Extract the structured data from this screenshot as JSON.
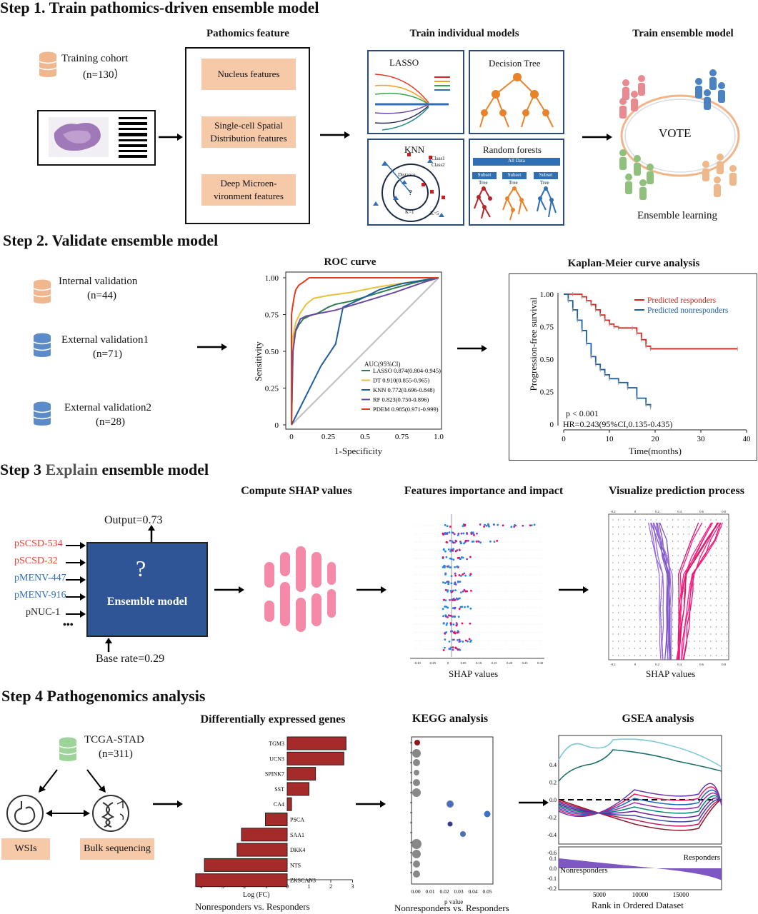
{
  "step1": {
    "title": "Step 1. Train pathomics-driven ensemble model",
    "training_cohort": "Training cohort",
    "training_n": "(n=130）",
    "pathomics_title": "Pathomics feature",
    "features": [
      "Nucleus features",
      "Single-cell Spatial Distribution features",
      "Deep Microen-vironment features"
    ],
    "individual_title": "Train individual models",
    "models": [
      "LASSO",
      "Decision Tree",
      "KNN",
      "Random forests"
    ],
    "knn_legend": [
      "Class1",
      "Class2"
    ],
    "knn_labels": [
      "Distance",
      "?",
      "K=1",
      "K=5"
    ],
    "rf_labels": [
      "All Data",
      "Subset",
      "Subset",
      "Subset",
      "Tree",
      "Tree",
      "Tree"
    ],
    "ensemble_title": "Train  ensemble model",
    "vote": "VOTE",
    "ensemble_learning": "Ensemble learning"
  },
  "step2": {
    "title": "Step 2. Validate ensemble model",
    "cohorts": [
      {
        "name": "Internal validation",
        "n": "(n=44)",
        "color": "#f0b78f"
      },
      {
        "name": "External validation1",
        "n": "(n=71)",
        "color": "#5b8cc9"
      },
      {
        "name": "External validation2",
        "n": "(n=28)",
        "color": "#5b8cc9"
      }
    ],
    "roc_title": "ROC curve",
    "roc_ylabel": "Sensitivity",
    "roc_xlabel": "1-Specificity",
    "roc_yticks": [
      "1.00",
      "0.75",
      "0.50",
      "0.25",
      "0"
    ],
    "roc_xticks": [
      "0",
      "0.25",
      "0.5",
      "0.75",
      "1.0"
    ],
    "auc_header": "AUC(95%CI)",
    "auc_entries": [
      {
        "label": "LASSO 0.874(0.804-0.945)",
        "color": "#2e7d4f"
      },
      {
        "label": "DT 0.910(0.855-0.965)",
        "color": "#e8c23c"
      },
      {
        "label": "KNN 0.772(0.696-0.848)",
        "color": "#1f5f9e"
      },
      {
        "label": "RF 0.823(0.750-0.896)",
        "color": "#6a4aa0"
      },
      {
        "label": "PDEM 0.985(0.971-0.999)",
        "color": "#e8391d"
      }
    ],
    "km_title": "Kaplan-Meier curve analysis",
    "km_ylabel": "Progression-free survival",
    "km_xlabel": "Time(months)",
    "km_yticks": [
      "1.00",
      "0.75",
      "0.50",
      "0.25",
      "0"
    ],
    "km_xticks": [
      "0",
      "10",
      "20",
      "30",
      "40"
    ],
    "km_legend": [
      {
        "label": "Predicted responders",
        "color": "#d7261e"
      },
      {
        "label": "Predicted nonresponders",
        "color": "#1d5fa0"
      }
    ],
    "km_p": "p < 0.001",
    "km_hr": "HR=0.243(95%CI,0.135-0.435)"
  },
  "step3": {
    "title_prefix": "Step 3 ",
    "title_mid": "Explain",
    "title_suffix": " ensemble model",
    "output": "Output=0.73",
    "base_rate": "Base rate=0.29",
    "inputs": [
      {
        "label": "pSCSD-534",
        "color": "#e2452b"
      },
      {
        "label": "pSCSD-32",
        "color": "#e2452b"
      },
      {
        "label": "pMENV-447",
        "color": "#2f6fb3"
      },
      {
        "label": "pMENV-916",
        "color": "#2f6fb3"
      },
      {
        "label": "pNUC-1",
        "color": "#222222"
      }
    ],
    "ellipsis": "•••",
    "question": "?",
    "ensemble_model": "Ensemble model",
    "shap_compute_title": "Compute SHAP values",
    "importance_title": "Features importance and impact",
    "visualize_title": "Visualize prediction process",
    "shap_values_label": "SHAP values",
    "shap_xticks": [
      "-0.10",
      "-0.05",
      "0",
      "0.05",
      "0.10",
      "0.15",
      "0.20",
      "0.25",
      "0.30"
    ],
    "decision_xticks": [
      "-0.2",
      "0",
      "0.2",
      "0.4",
      "0.6",
      "0.8"
    ]
  },
  "step4": {
    "title": "Step 4 Pathogenomics analysis",
    "tcga": "TCGA-STAD",
    "tcga_n": "(n=311)",
    "wsis": "WSIs",
    "bulk": "Bulk sequencing",
    "deg_title": "Differentially expressed genes",
    "deg_xlabel": "Log (FC)",
    "deg_caption": "Nonresponders vs. Responders",
    "deg_xticks": [
      "-4",
      "-3",
      "-2",
      "-1",
      "0",
      "1",
      "2",
      "3"
    ],
    "kegg_title": "KEGG analysis",
    "kegg_xlabel": "p value",
    "kegg_caption": "Nonresponders vs. Responders",
    "kegg_xticks": [
      "0.00",
      "0.01",
      "0.02",
      "0.03",
      "0.04",
      "0.05"
    ],
    "gsea_title": "GSEA analysis",
    "gsea_xlabel": "Rank in Ordered Dataset",
    "gsea_yticks": [
      "0.4",
      "0.2",
      "0.0",
      "-0.2",
      "-0.4",
      "-0.6"
    ],
    "gsea_rank_yticks": [
      "0.1",
      "0.0",
      "-0.1",
      "-0.2"
    ],
    "gsea_xticks": [
      "5000",
      "10000",
      "15000"
    ],
    "gsea_responders": "Responders",
    "gsea_nonresponders": "Nonresponders"
  },
  "chart_data": [
    {
      "type": "line",
      "title": "ROC curve",
      "xlabel": "1-Specificity",
      "ylabel": "Sensitivity",
      "xlim": [
        0,
        1
      ],
      "ylim": [
        0,
        1
      ],
      "series": [
        {
          "name": "LASSO 0.874(0.804-0.945)",
          "color": "#2e7d4f",
          "x": [
            0,
            0.01,
            0.02,
            0.05,
            0.08,
            0.12,
            0.18,
            0.25,
            0.3,
            0.4,
            0.5,
            0.6,
            0.7,
            0.85,
            1.0
          ],
          "y": [
            0,
            0.55,
            0.62,
            0.68,
            0.72,
            0.74,
            0.76,
            0.8,
            0.82,
            0.84,
            0.87,
            0.9,
            0.93,
            0.97,
            1.0
          ]
        },
        {
          "name": "DT 0.910(0.855-0.965)",
          "color": "#e8c23c",
          "x": [
            0,
            0.01,
            0.03,
            0.06,
            0.1,
            0.15,
            0.25,
            0.4,
            0.6,
            0.8,
            1.0
          ],
          "y": [
            0,
            0.6,
            0.7,
            0.76,
            0.82,
            0.86,
            0.88,
            0.9,
            0.94,
            0.97,
            1.0
          ]
        },
        {
          "name": "KNN 0.772(0.696-0.848)",
          "color": "#1f5f9e",
          "x": [
            0,
            0.1,
            0.2,
            0.3,
            0.35,
            0.5,
            0.6,
            0.75,
            1.0
          ],
          "y": [
            0,
            0.2,
            0.4,
            0.55,
            0.8,
            0.87,
            0.92,
            0.96,
            1.0
          ]
        },
        {
          "name": "RF 0.823(0.750-0.896)",
          "color": "#6a4aa0",
          "x": [
            0,
            0.01,
            0.03,
            0.06,
            0.1,
            0.3,
            0.5,
            0.7,
            0.9,
            1.0
          ],
          "y": [
            0,
            0.5,
            0.65,
            0.72,
            0.74,
            0.78,
            0.84,
            0.9,
            0.97,
            1.0
          ]
        },
        {
          "name": "PDEM 0.985(0.971-0.999)",
          "color": "#e8391d",
          "x": [
            0,
            0.0,
            0.01,
            0.02,
            0.03,
            0.05,
            0.08,
            0.12,
            0.2,
            0.4,
            0.7,
            1.0
          ],
          "y": [
            0,
            0.75,
            0.82,
            0.88,
            0.92,
            0.95,
            0.97,
            1.0,
            1.0,
            1.0,
            1.0,
            1.0
          ]
        }
      ]
    },
    {
      "type": "line",
      "title": "Kaplan-Meier curve analysis",
      "xlabel": "Time(months)",
      "ylabel": "Progression-free survival",
      "xlim": [
        0,
        40
      ],
      "ylim": [
        0,
        1
      ],
      "series": [
        {
          "name": "Predicted responders",
          "color": "#d7261e",
          "x": [
            0,
            2,
            4,
            5,
            6,
            7,
            8,
            9,
            10,
            11,
            12,
            15,
            16,
            17,
            18,
            19,
            38
          ],
          "y": [
            1.0,
            1.0,
            0.98,
            0.95,
            0.92,
            0.88,
            0.84,
            0.8,
            0.77,
            0.75,
            0.74,
            0.74,
            0.7,
            0.65,
            0.6,
            0.58,
            0.58
          ]
        },
        {
          "name": "Predicted nonresponders",
          "color": "#1d5fa0",
          "x": [
            0,
            1,
            2,
            3,
            4,
            5,
            6,
            7,
            8,
            9,
            10,
            12,
            14,
            16,
            18,
            19
          ],
          "y": [
            1.0,
            0.95,
            0.88,
            0.8,
            0.72,
            0.62,
            0.52,
            0.46,
            0.42,
            0.38,
            0.35,
            0.32,
            0.28,
            0.2,
            0.15,
            0.13
          ]
        }
      ]
    },
    {
      "type": "bar",
      "title": "Differentially expressed genes",
      "xlabel": "Log (FC)",
      "xlim": [
        -4,
        3
      ],
      "categories": [
        "TGM3",
        "UCN3",
        "SPINK7",
        "SST",
        "CA4",
        "PSCA",
        "SAA1",
        "DKK4",
        "NTS",
        "ZKSCAN3"
      ],
      "values": [
        2.7,
        2.6,
        1.3,
        1.0,
        0.2,
        -1.0,
        -2.1,
        -2.3,
        -3.8,
        -4.2
      ]
    }
  ]
}
